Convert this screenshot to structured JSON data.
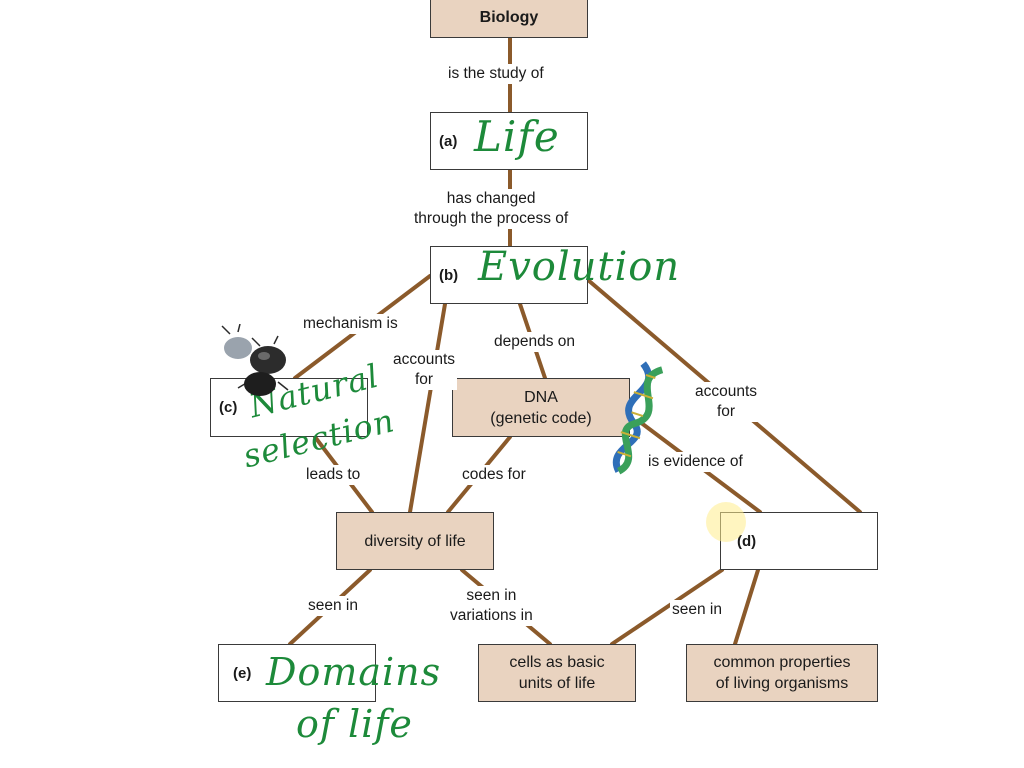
{
  "nodes": {
    "biology": "Biology",
    "a_letter": "(a)",
    "b_letter": "(b)",
    "c_letter": "(c)",
    "d_letter": "(d)",
    "e_letter": "(e)",
    "dna_line1": "DNA",
    "dna_line2": "(genetic code)",
    "diversity": "diversity of life",
    "cells_line1": "cells as basic",
    "cells_line2": "units of life",
    "common_line1": "common properties",
    "common_line2": "of living organisms"
  },
  "links": {
    "study_of": "is the study of",
    "changed_1": "has changed",
    "changed_2": "through the process of",
    "mechanism": "mechanism is",
    "accounts_left_1": "accounts",
    "accounts_left_2": "for",
    "depends_on": "depends on",
    "accounts_right_1": "accounts",
    "accounts_right_2": "for",
    "leads_to": "leads to",
    "codes_for": "codes for",
    "evidence_of": "is evidence of",
    "seen_in_left": "seen in",
    "seen_in_variations_1": "seen in",
    "seen_in_variations_2": "variations in",
    "seen_in_right": "seen in"
  },
  "handwriting": {
    "a_answer": "Life",
    "b_answer": "Evolution",
    "c_answer_1": "Natural",
    "c_answer_2": "selection",
    "e_answer_1": "Domains",
    "e_answer_2": "of life"
  },
  "colors": {
    "connector": "#8b5a2b",
    "box_fill": "#e9d3c0",
    "handwriting": "#1d8a3a"
  },
  "icons": [
    "beetle-icon",
    "dna-helix-icon",
    "cursor-highlight-icon"
  ]
}
